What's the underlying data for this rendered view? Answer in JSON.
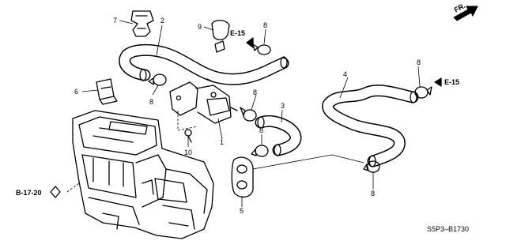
{
  "parts": {
    "p1": "1",
    "p2": "2",
    "p3": "3",
    "p4": "4",
    "p5": "5",
    "p6": "6",
    "p7": "7",
    "p8": "8",
    "p9": "9",
    "p10": "10"
  },
  "refs": {
    "e15_top": "E-15",
    "e15_right": "E-15",
    "b1720": "B-17-20",
    "front": "FR."
  },
  "diagram_code": "S5P3–B1730"
}
